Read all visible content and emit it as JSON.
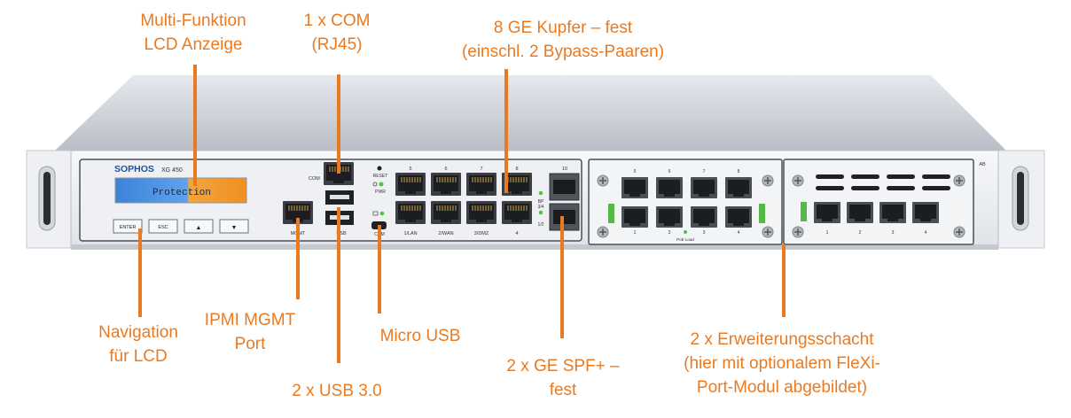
{
  "device": {
    "brand": "SOPHOS",
    "model": "XG 450",
    "lcd_text": "Protection",
    "buttons": [
      "ENTER",
      "ESC",
      "▲",
      "▼"
    ],
    "port_labels": {
      "com": "COM",
      "mgmt": "MGMT",
      "usb": "USB",
      "reset": "RESET",
      "pwr": "PWR",
      "micro_usb": "COM",
      "bp": "BP",
      "bp_pairs": [
        "3/4",
        "1/2"
      ],
      "sfp_number": "10",
      "copper_top": [
        "5",
        "6",
        "7",
        "8"
      ],
      "copper_bottom": [
        "1/LAN",
        "2/WAN",
        "3/DMZ",
        "4"
      ],
      "module_a_top": [
        "5",
        "6",
        "7",
        "8"
      ],
      "module_a_bottom": [
        "1",
        "2",
        "3",
        "4"
      ],
      "module_a_status": "PoE Load",
      "module_b_bottom": [
        "1",
        "2",
        "3",
        "4"
      ],
      "bay_marker": "AB"
    }
  },
  "callouts": {
    "lcd": "Multi-Funktion\nLCD Anzeige",
    "com": "1 x COM\n(RJ45)",
    "copper": "8 GE Kupfer – fest\n(einschl. 2 Bypass-Paaren)",
    "nav": "Navigation\nfür LCD",
    "ipmi": "IPMI MGMT\nPort",
    "usb3": "2 x USB 3.0",
    "microusb": "Micro USB",
    "sfp": "2 x GE SPF+ –\nfest",
    "expansion": "2 x Erweiterungsschacht\n(hier mit optionalem FleXi-\nPort-Modul abgebildet)"
  }
}
